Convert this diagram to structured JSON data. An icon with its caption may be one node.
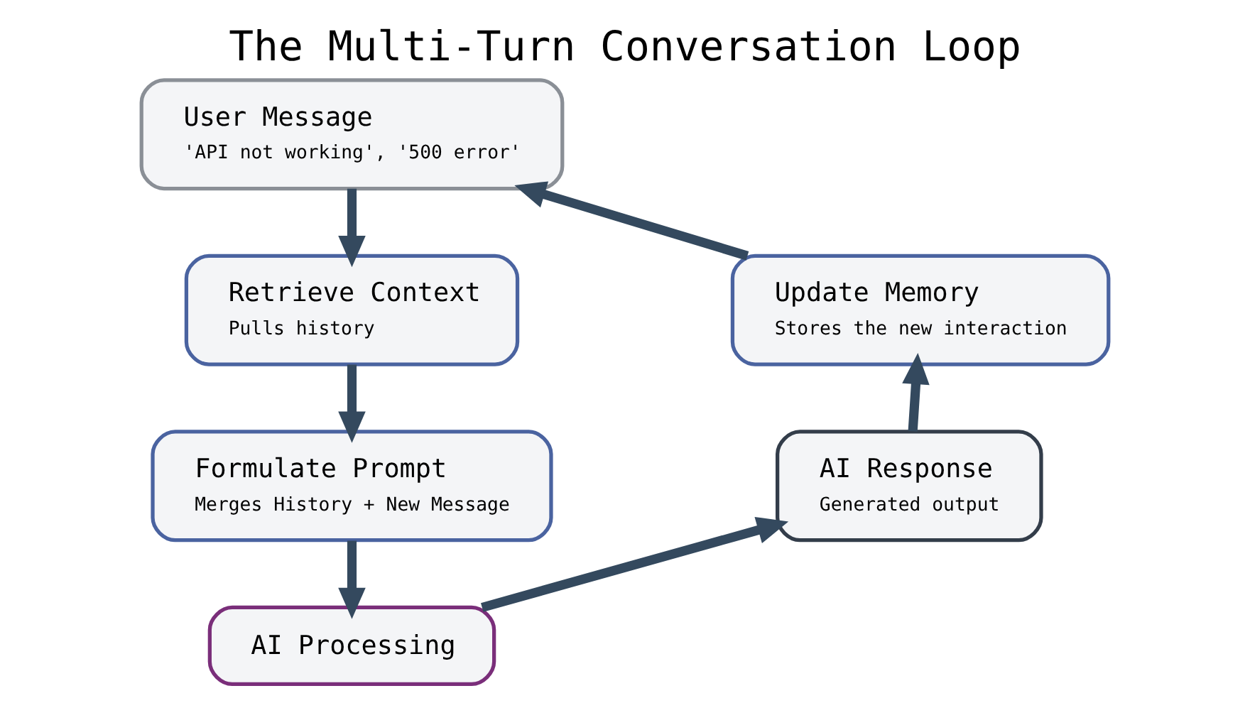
{
  "diagram": {
    "title": "The Multi-Turn Conversation Loop",
    "nodes": [
      {
        "text": [
          "User Message",
          "'API not working', '500 error'"
        ]
      },
      {
        "text": [
          "Update Memory",
          "Stores the new interaction"
        ]
      },
      {
        "text": [
          "Retrieve Context",
          "Pulls history"
        ]
      },
      {
        "text": [
          "AI Response",
          "Generated output"
        ]
      },
      {
        "text": [
          "Formulate Prompt",
          "Merges History + New Message"
        ]
      },
      {
        "text": [
          "AI Processing"
        ]
      }
    ],
    "edges": [
      {
        "from": 0,
        "to": 2,
        "arrow": "to"
      },
      {
        "from": 2,
        "to": 4,
        "arrow": "to"
      },
      {
        "from": 4,
        "to": 5,
        "arrow": "to"
      },
      {
        "from": 5,
        "to": 3,
        "arrow": "to"
      },
      {
        "from": 3,
        "to": 1,
        "arrow": "to"
      },
      {
        "from": 1,
        "to": 0,
        "arrow": "to"
      }
    ]
  }
}
